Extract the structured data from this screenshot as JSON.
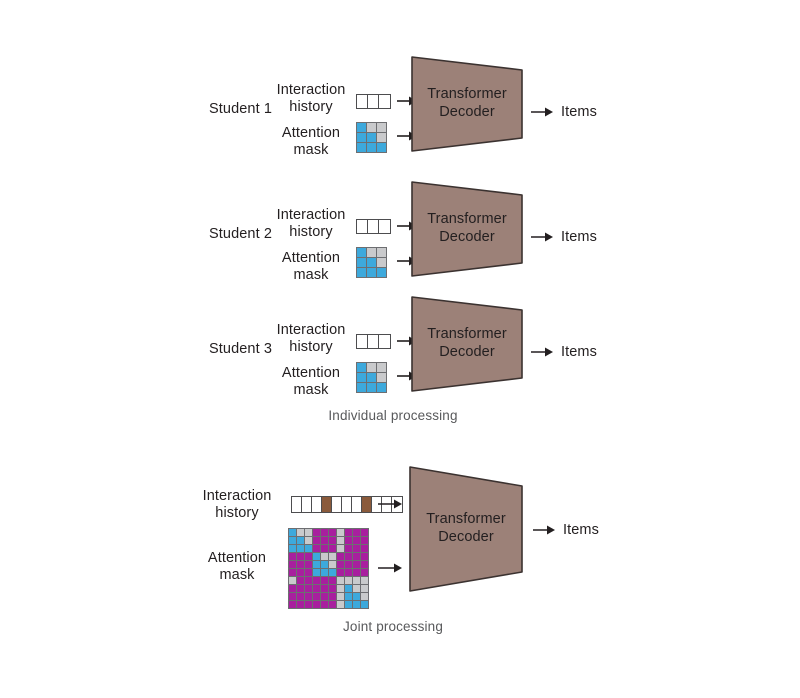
{
  "figure": {
    "background_color": "#ffffff",
    "palette": {
      "decoder_fill": "#9c8178",
      "decoder_stroke": "#3b3230",
      "mask_blue": "#3da9dc",
      "mask_magenta": "#a81f9e",
      "mask_gray": "#c9cacc",
      "grid_line": "#6d6e71",
      "history_empty": "#ffffff",
      "history_filled": "#8a5a3b",
      "history_stroke": "#4d4d4f",
      "text": "#231f20",
      "caption_text": "#58595b",
      "arrow": "#231f20"
    },
    "labels": {
      "interaction_history_line1": "Interaction",
      "interaction_history_line2": "history",
      "attention_mask_line1": "Attention",
      "attention_mask_line2": "mask",
      "decoder_line1": "Transformer",
      "decoder_line2": "Decoder",
      "items": "Items"
    },
    "sections": [
      {
        "id": "individual",
        "caption": "Individual processing",
        "rows": [
          {
            "student_label": "Student 1",
            "history": {
              "cells": 3,
              "filled_indices": []
            },
            "mask": {
              "size": 3,
              "grid": [
                [
                  "blue",
                  "gray",
                  "gray"
                ],
                [
                  "blue",
                  "blue",
                  "gray"
                ],
                [
                  "blue",
                  "blue",
                  "blue"
                ]
              ]
            }
          },
          {
            "student_label": "Student 2",
            "history": {
              "cells": 3,
              "filled_indices": []
            },
            "mask": {
              "size": 3,
              "grid": [
                [
                  "blue",
                  "gray",
                  "gray"
                ],
                [
                  "blue",
                  "blue",
                  "gray"
                ],
                [
                  "blue",
                  "blue",
                  "blue"
                ]
              ]
            }
          },
          {
            "student_label": "Student 3",
            "history": {
              "cells": 3,
              "filled_indices": []
            },
            "mask": {
              "size": 3,
              "grid": [
                [
                  "blue",
                  "gray",
                  "gray"
                ],
                [
                  "blue",
                  "blue",
                  "gray"
                ],
                [
                  "blue",
                  "blue",
                  "blue"
                ]
              ]
            }
          }
        ]
      },
      {
        "id": "joint",
        "caption": "Joint processing",
        "history": {
          "cells": 11,
          "filled_indices": [
            3,
            7
          ]
        },
        "mask": {
          "size": 10,
          "grid": [
            [
              "blue",
              "gray",
              "gray",
              "magenta",
              "magenta",
              "magenta",
              "gray",
              "magenta",
              "magenta",
              "magenta"
            ],
            [
              "blue",
              "blue",
              "gray",
              "magenta",
              "magenta",
              "magenta",
              "gray",
              "magenta",
              "magenta",
              "magenta"
            ],
            [
              "blue",
              "blue",
              "blue",
              "magenta",
              "magenta",
              "magenta",
              "gray",
              "magenta",
              "magenta",
              "magenta"
            ],
            [
              "magenta",
              "magenta",
              "magenta",
              "blue",
              "gray",
              "gray",
              "magenta",
              "magenta",
              "magenta",
              "magenta"
            ],
            [
              "magenta",
              "magenta",
              "magenta",
              "blue",
              "blue",
              "gray",
              "magenta",
              "magenta",
              "magenta",
              "magenta"
            ],
            [
              "magenta",
              "magenta",
              "magenta",
              "blue",
              "blue",
              "blue",
              "magenta",
              "magenta",
              "magenta",
              "magenta"
            ],
            [
              "gray",
              "magenta",
              "magenta",
              "magenta",
              "magenta",
              "magenta",
              "gray",
              "gray",
              "gray",
              "gray"
            ],
            [
              "magenta",
              "magenta",
              "magenta",
              "magenta",
              "magenta",
              "magenta",
              "gray",
              "blue",
              "gray",
              "gray"
            ],
            [
              "magenta",
              "magenta",
              "magenta",
              "magenta",
              "magenta",
              "magenta",
              "gray",
              "blue",
              "blue",
              "gray"
            ],
            [
              "magenta",
              "magenta",
              "magenta",
              "magenta",
              "magenta",
              "magenta",
              "gray",
              "blue",
              "blue",
              "blue"
            ]
          ]
        }
      }
    ]
  }
}
